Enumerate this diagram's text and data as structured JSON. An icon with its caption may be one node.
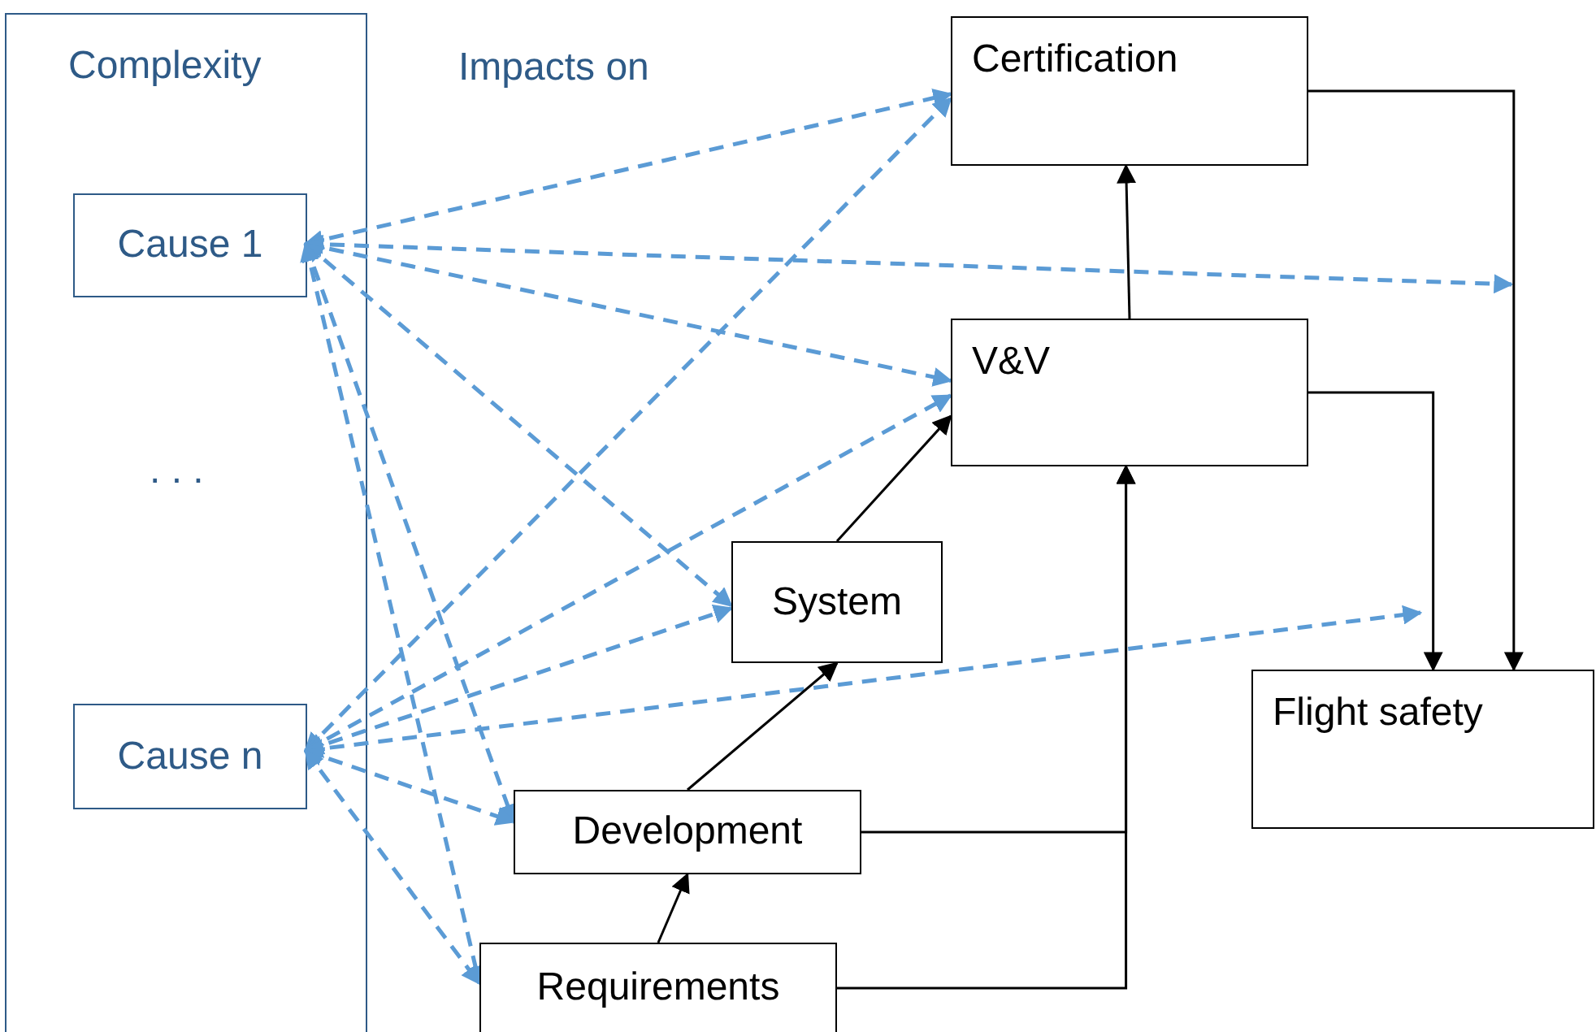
{
  "diagram": {
    "nodes": [
      {
        "text": [
          "Complexity"
        ]
      },
      {
        "text": [
          "Cause 1"
        ],
        "in": 0
      },
      {
        "text": [
          "Cause n"
        ],
        "in": 0
      },
      {
        "text": [
          "Certification"
        ]
      },
      {
        "text": [
          "V&V"
        ]
      },
      {
        "text": [
          "System"
        ]
      },
      {
        "text": [
          "Flight safety"
        ]
      },
      {
        "text": [
          "Development"
        ]
      },
      {
        "text": [
          "Requirements"
        ]
      }
    ],
    "edges": [
      {
        "from": 1,
        "to": 3,
        "arrow": "both",
        "style": "dashed"
      },
      {
        "from": 1,
        "to": null,
        "arrow": "both",
        "style": "dashed"
      },
      {
        "from": 1,
        "to": 4,
        "arrow": "both",
        "style": "dashed"
      },
      {
        "from": 1,
        "to": 5,
        "arrow": "both",
        "style": "dashed"
      },
      {
        "from": 1,
        "to": 7,
        "arrow": "both",
        "style": "dashed"
      },
      {
        "from": 1,
        "to": 8,
        "arrow": "both",
        "style": "dashed"
      },
      {
        "from": 2,
        "to": 3,
        "arrow": "both",
        "style": "dashed"
      },
      {
        "from": 2,
        "to": 4,
        "arrow": "both",
        "style": "dashed"
      },
      {
        "from": 2,
        "to": 5,
        "arrow": "both",
        "style": "dashed"
      },
      {
        "from": 2,
        "to": null,
        "arrow": "both",
        "style": "dashed"
      },
      {
        "from": 2,
        "to": 7,
        "arrow": "both",
        "style": "dashed"
      },
      {
        "from": 2,
        "to": 8,
        "arrow": "both",
        "style": "dashed"
      },
      {
        "from": 8,
        "to": 7,
        "arrow": "to",
        "color": "#000000"
      },
      {
        "from": 7,
        "to": 5,
        "arrow": "to",
        "color": "#000000"
      },
      {
        "from": 5,
        "to": 4,
        "arrow": "to",
        "color": "#000000"
      },
      {
        "from": 4,
        "to": 3,
        "arrow": "to",
        "color": "#000000"
      },
      {
        "from": 7,
        "to": 4,
        "arrow": "to",
        "color": "#000000"
      },
      {
        "from": 8,
        "to": 4,
        "arrow": "to",
        "color": "#000000"
      },
      {
        "from": 4,
        "to": 6,
        "arrow": "to",
        "color": "#000000"
      },
      {
        "from": 3,
        "to": 6,
        "arrow": "to",
        "color": "#000000"
      }
    ],
    "labels": [
      "Impacts on",
      ". . ."
    ]
  }
}
